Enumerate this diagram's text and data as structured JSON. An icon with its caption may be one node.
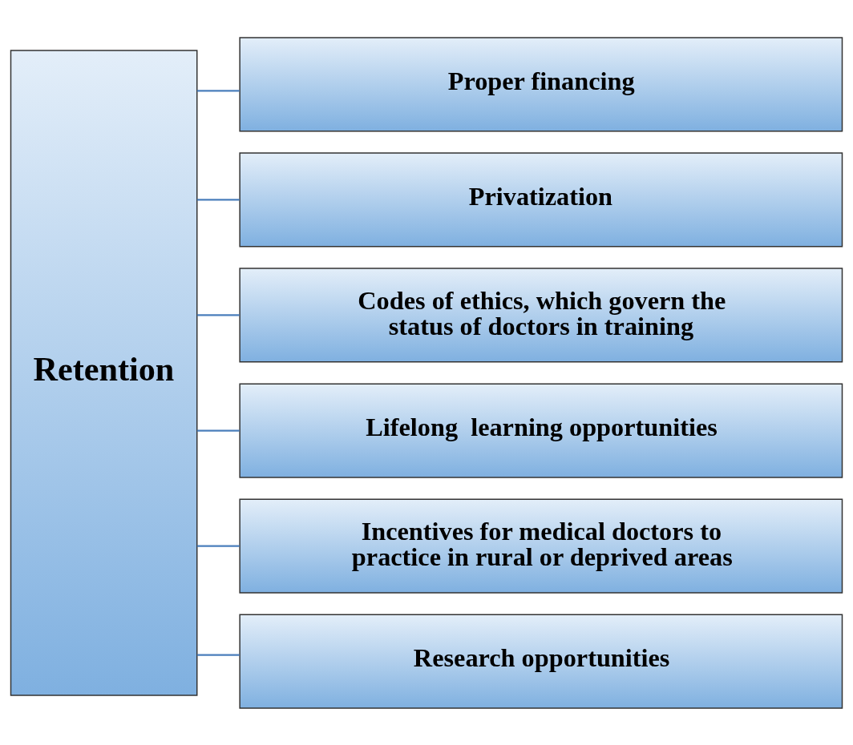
{
  "diagram": {
    "nodes": [
      {
        "text": [
          "Retention"
        ]
      },
      {
        "text": [
          "Proper financing"
        ]
      },
      {
        "text": [
          "Privatization"
        ]
      },
      {
        "text": [
          "Codes of ethics, which govern the status of doctors in training"
        ]
      },
      {
        "text": [
          "Lifelong  learning opportunities"
        ]
      },
      {
        "text": [
          "Incentives for medical doctors to practice in rural or deprived areas"
        ]
      },
      {
        "text": [
          "Research opportunities"
        ]
      }
    ],
    "edges": [
      {
        "from": 0,
        "to": 1,
        "arrow": "none"
      },
      {
        "from": 0,
        "to": 2,
        "arrow": "none"
      },
      {
        "from": 0,
        "to": 3,
        "arrow": "none"
      },
      {
        "from": 0,
        "to": 4,
        "arrow": "none"
      },
      {
        "from": 0,
        "to": 5,
        "arrow": "none"
      },
      {
        "from": 0,
        "to": 6,
        "arrow": "none"
      }
    ]
  }
}
